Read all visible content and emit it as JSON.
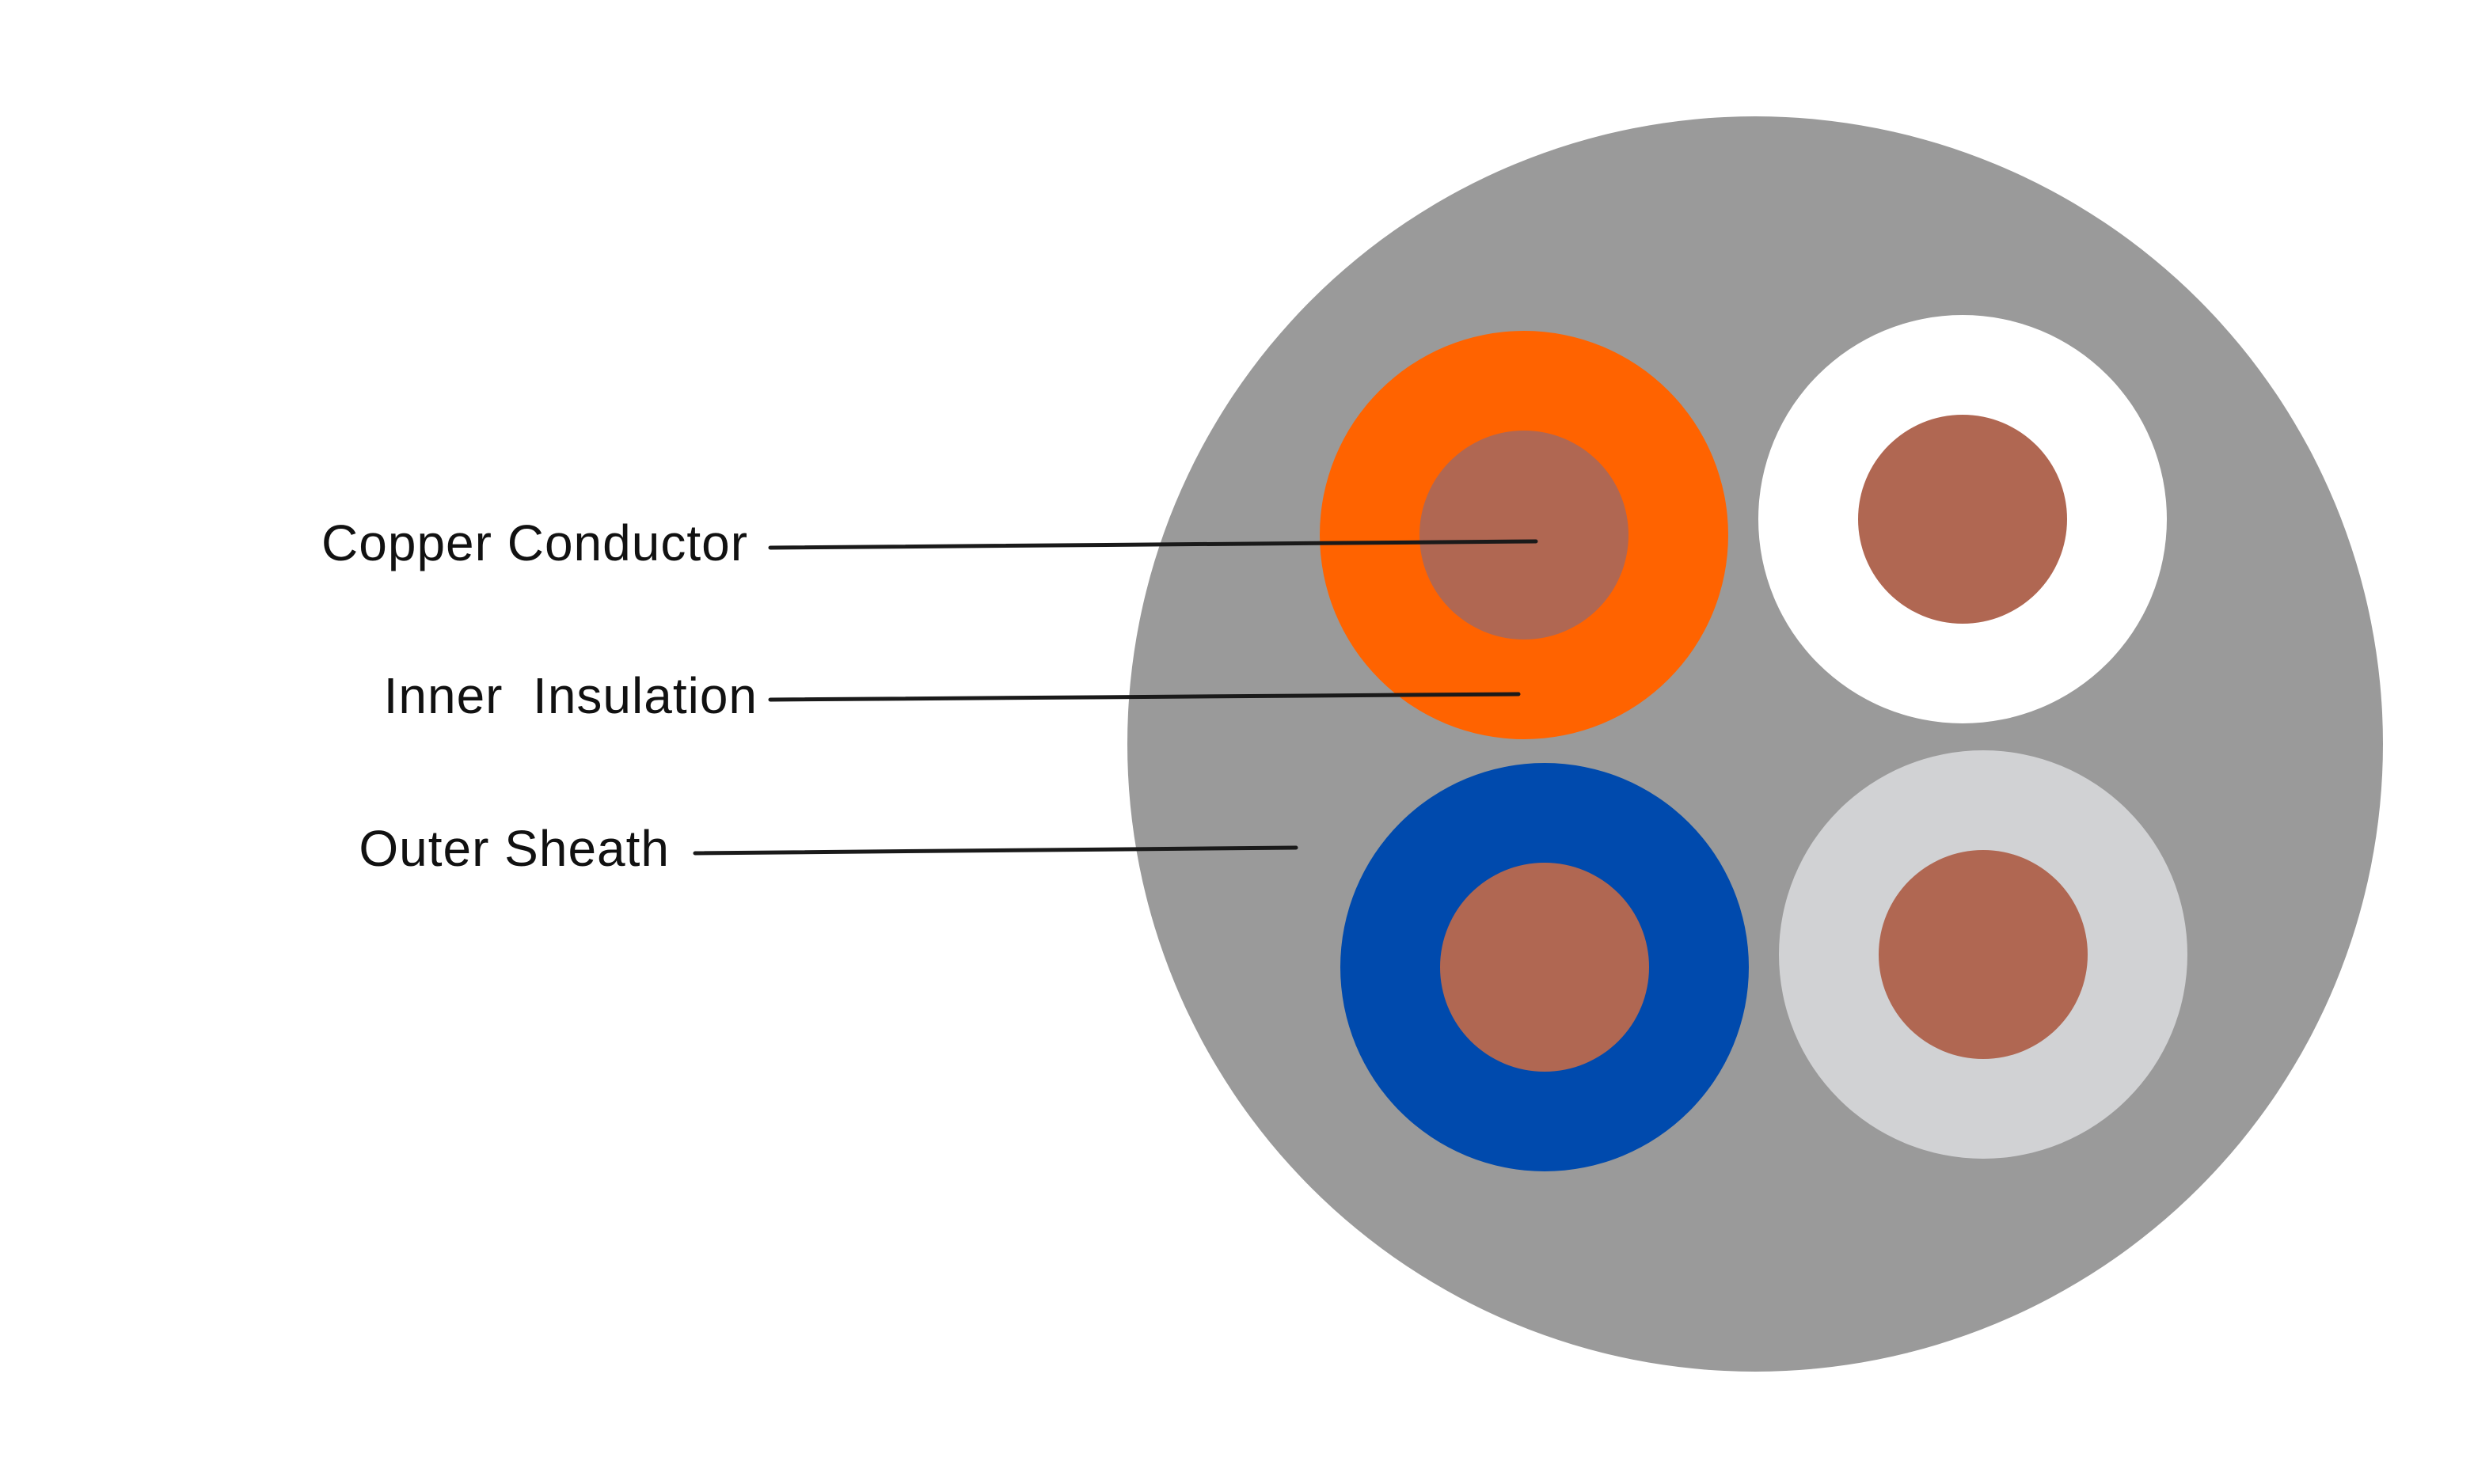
{
  "labels": {
    "copper_conductor": "Copper Conductor",
    "inner_insulation": "Inner  Insulation",
    "outer_sheath": "Outer Sheath"
  },
  "colors": {
    "background": "#ffffff",
    "outer_sheath": "#9a9a9a",
    "copper": "#b06752",
    "insulation_orange": "#ff6300",
    "insulation_white": "#ffffff",
    "insulation_blue": "#004aad",
    "insulation_light_grey": "#d1d2d4",
    "leader_line": "#1a1a1a"
  },
  "cores": [
    {
      "name": "orange-core",
      "insulation_color": "#ff6300"
    },
    {
      "name": "white-core",
      "insulation_color": "#ffffff"
    },
    {
      "name": "blue-core",
      "insulation_color": "#004aad"
    },
    {
      "name": "light-grey-core",
      "insulation_color": "#d1d2d4"
    }
  ]
}
